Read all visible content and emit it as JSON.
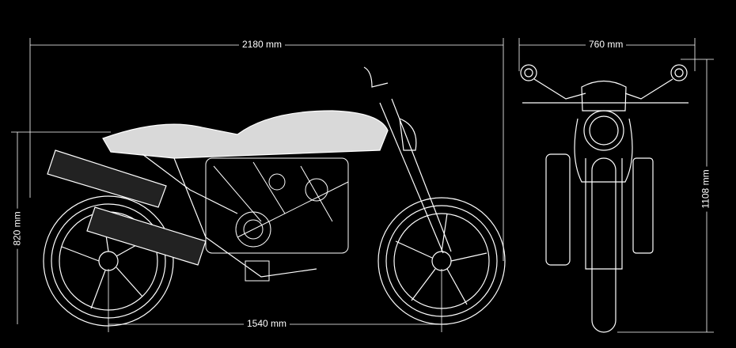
{
  "dimensions": {
    "overall_length": "2180 mm",
    "handlebar_width": "760 mm",
    "seat_height": "820 mm",
    "overall_height": "1108 mm",
    "wheelbase": "1540 mm"
  },
  "colors": {
    "background": "#000000",
    "lines": "#ffffff"
  }
}
